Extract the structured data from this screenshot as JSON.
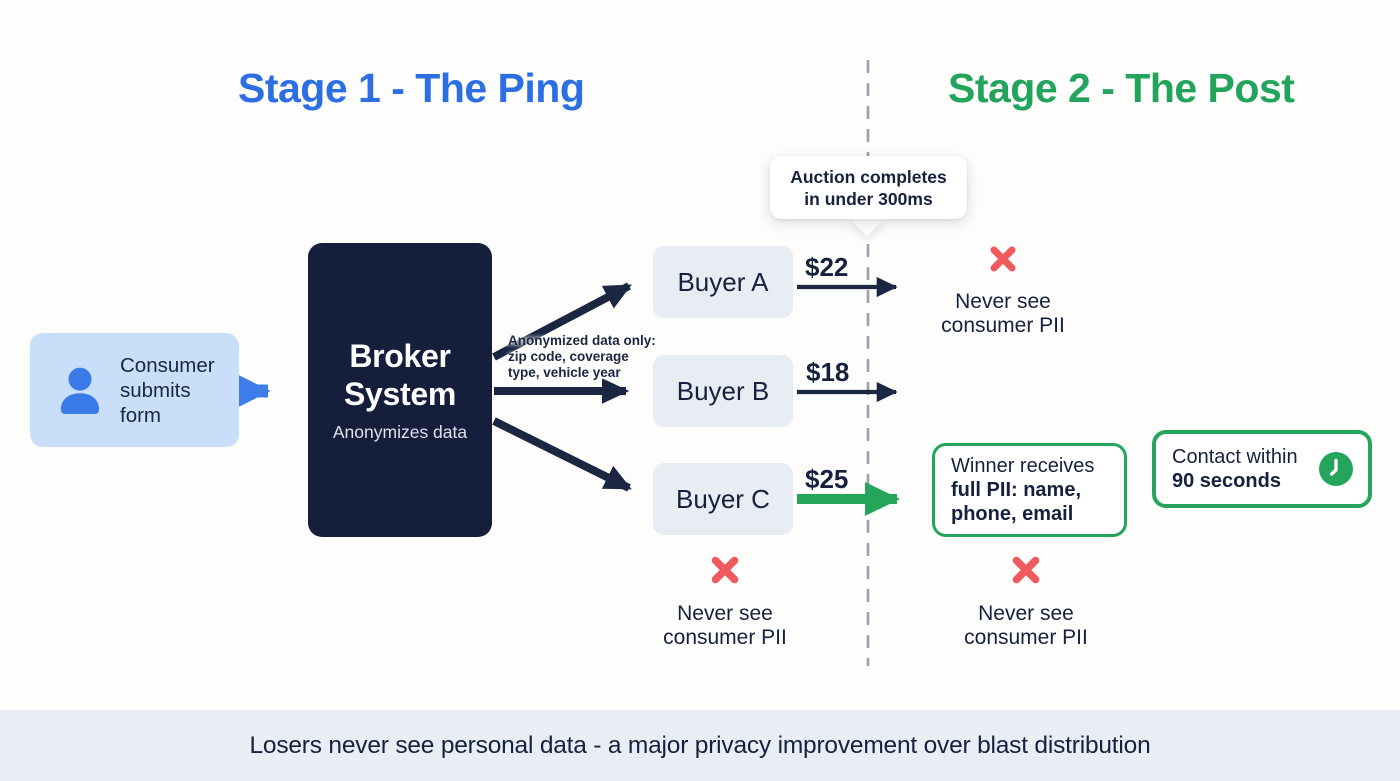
{
  "stage1": {
    "title": "Stage 1 - The Ping"
  },
  "stage2": {
    "title": "Stage 2 - The Post"
  },
  "tooltip": {
    "line1": "Auction completes",
    "line2": "in under 300ms"
  },
  "consumer": {
    "label": "Consumer submits form"
  },
  "broker": {
    "title_line1": "Broker",
    "title_line2": "System",
    "subtitle": "Anonymizes data"
  },
  "anonymized_note": {
    "line1": "Anonymized data only:",
    "line2": "zip code, coverage",
    "line3": "type, vehicle year"
  },
  "buyers": [
    {
      "name": "Buyer A",
      "bid": "$22",
      "outcome": "loser"
    },
    {
      "name": "Buyer B",
      "bid": "$18",
      "outcome": "loser"
    },
    {
      "name": "Buyer C",
      "bid": "$25",
      "outcome": "winner"
    }
  ],
  "winner_box": {
    "line1": "Winner receives",
    "line2": "full PII: name,",
    "line3": "phone, email"
  },
  "contact_box": {
    "line1": "Contact within",
    "line2": "90 seconds"
  },
  "never_see": {
    "line1": "Never see",
    "line2": "consumer PII"
  },
  "banner": {
    "text": "Losers never see personal data - a major privacy improvement over blast distribution"
  },
  "colors": {
    "stage1_blue": "#2D6FE3",
    "stage2_green": "#22A45C",
    "navy": "#16213E",
    "arrow_blue": "#3D7DE9",
    "winner_green": "#24A55B",
    "red_x": "#EE5A5E",
    "buyer_box_bg": "#E8ECF3",
    "consumer_box_bg": "#C9DEF8",
    "banner_bg": "#E8EEF4",
    "divider_gray": "#99A1AD"
  }
}
